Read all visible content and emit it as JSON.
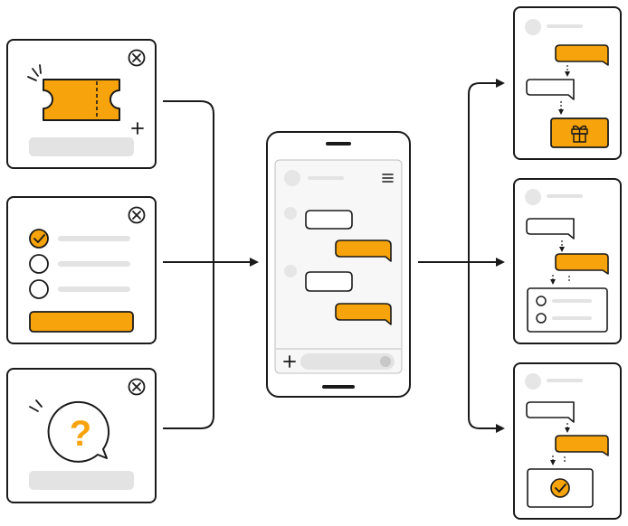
{
  "colors": {
    "accent": "#F7A30B",
    "stroke": "#1A1A1A",
    "placeholder_bar": "#E3E3E3",
    "placeholder_dot": "#E6E6E6",
    "screen_bg": "#F7F7F7",
    "card_bg": "#FFFFFF"
  },
  "left_panels": [
    {
      "kind": "ticket",
      "icons": [
        "close-icon",
        "ticket-icon",
        "sparkle-icon"
      ]
    },
    {
      "kind": "survey",
      "icons": [
        "close-icon",
        "check-icon"
      ],
      "options_checked": [
        true,
        false,
        false
      ]
    },
    {
      "kind": "question",
      "icons": [
        "close-icon",
        "question-icon"
      ],
      "symbol": "?"
    }
  ],
  "phone": {
    "icons": [
      "menu-icon",
      "plus-icon"
    ]
  },
  "right_panels": [
    {
      "kind": "reward",
      "icons": [
        "gift-icon"
      ]
    },
    {
      "kind": "survey-result"
    },
    {
      "kind": "confirmation",
      "icons": [
        "check-icon"
      ]
    }
  ]
}
